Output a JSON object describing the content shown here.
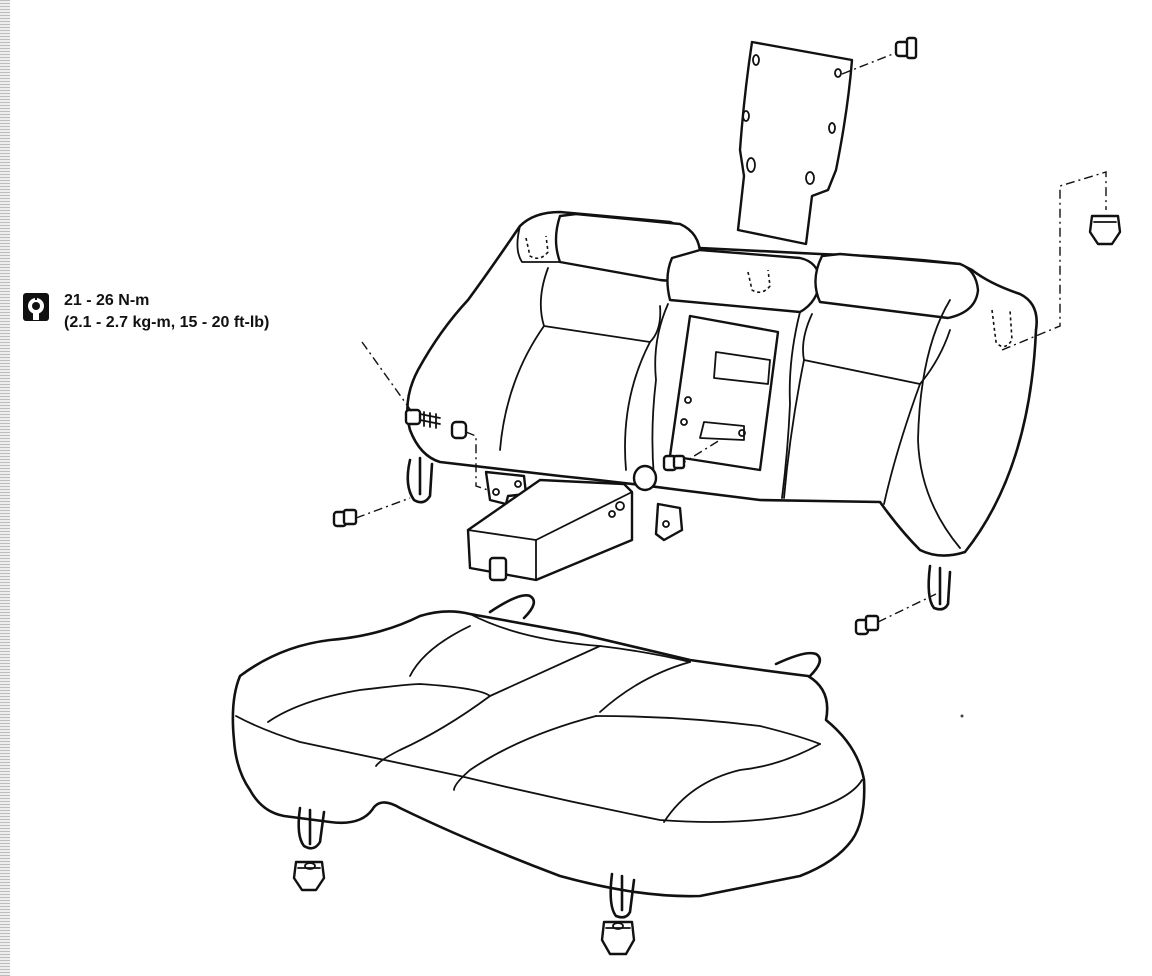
{
  "callout": {
    "torque_icon": "torque-wrench-icon",
    "torque_value": "21 - 26 N-m",
    "torque_converted": "(2.1 - 2.7 kg-m, 15 - 20 ft-lb)"
  },
  "parts": {
    "seatback": "rear-seatback",
    "cushion": "rear-seat-cushion",
    "armrest": "center-armrest",
    "panel": "seatback-trim-panel"
  }
}
